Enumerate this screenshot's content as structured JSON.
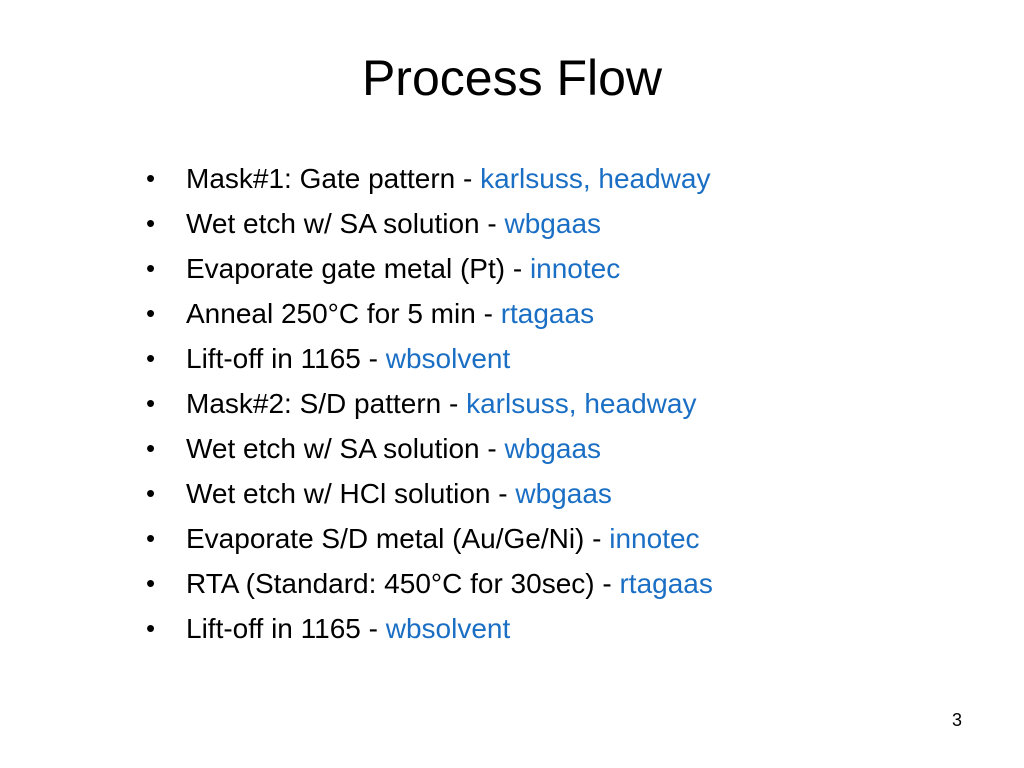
{
  "slide": {
    "title": "Process Flow",
    "page_number": "3",
    "accent_color": "#1a6fc4",
    "bullet_glyph": "•",
    "steps": [
      {
        "text": "Mask#1: Gate pattern - ",
        "tool": "karlsuss, headway"
      },
      {
        "text": "Wet etch w/ SA solution - ",
        "tool": "wbgaas"
      },
      {
        "text": "Evaporate gate metal (Pt) - ",
        "tool": "innotec"
      },
      {
        "text": "Anneal 250°C for 5 min - ",
        "tool": "rtagaas"
      },
      {
        "text": "Lift-off in 1165 - ",
        "tool": "wbsolvent"
      },
      {
        "text": "Mask#2: S/D pattern - ",
        "tool": "karlsuss, headway"
      },
      {
        "text": "Wet etch w/ SA solution - ",
        "tool": "wbgaas"
      },
      {
        "text": "Wet etch w/ HCl solution - ",
        "tool": "wbgaas"
      },
      {
        "text": "Evaporate S/D metal (Au/Ge/Ni) - ",
        "tool": "innotec"
      },
      {
        "text": "RTA (Standard: 450°C for 30sec) - ",
        "tool": "rtagaas"
      },
      {
        "text": "Lift-off in 1165 - ",
        "tool": "wbsolvent"
      }
    ]
  }
}
